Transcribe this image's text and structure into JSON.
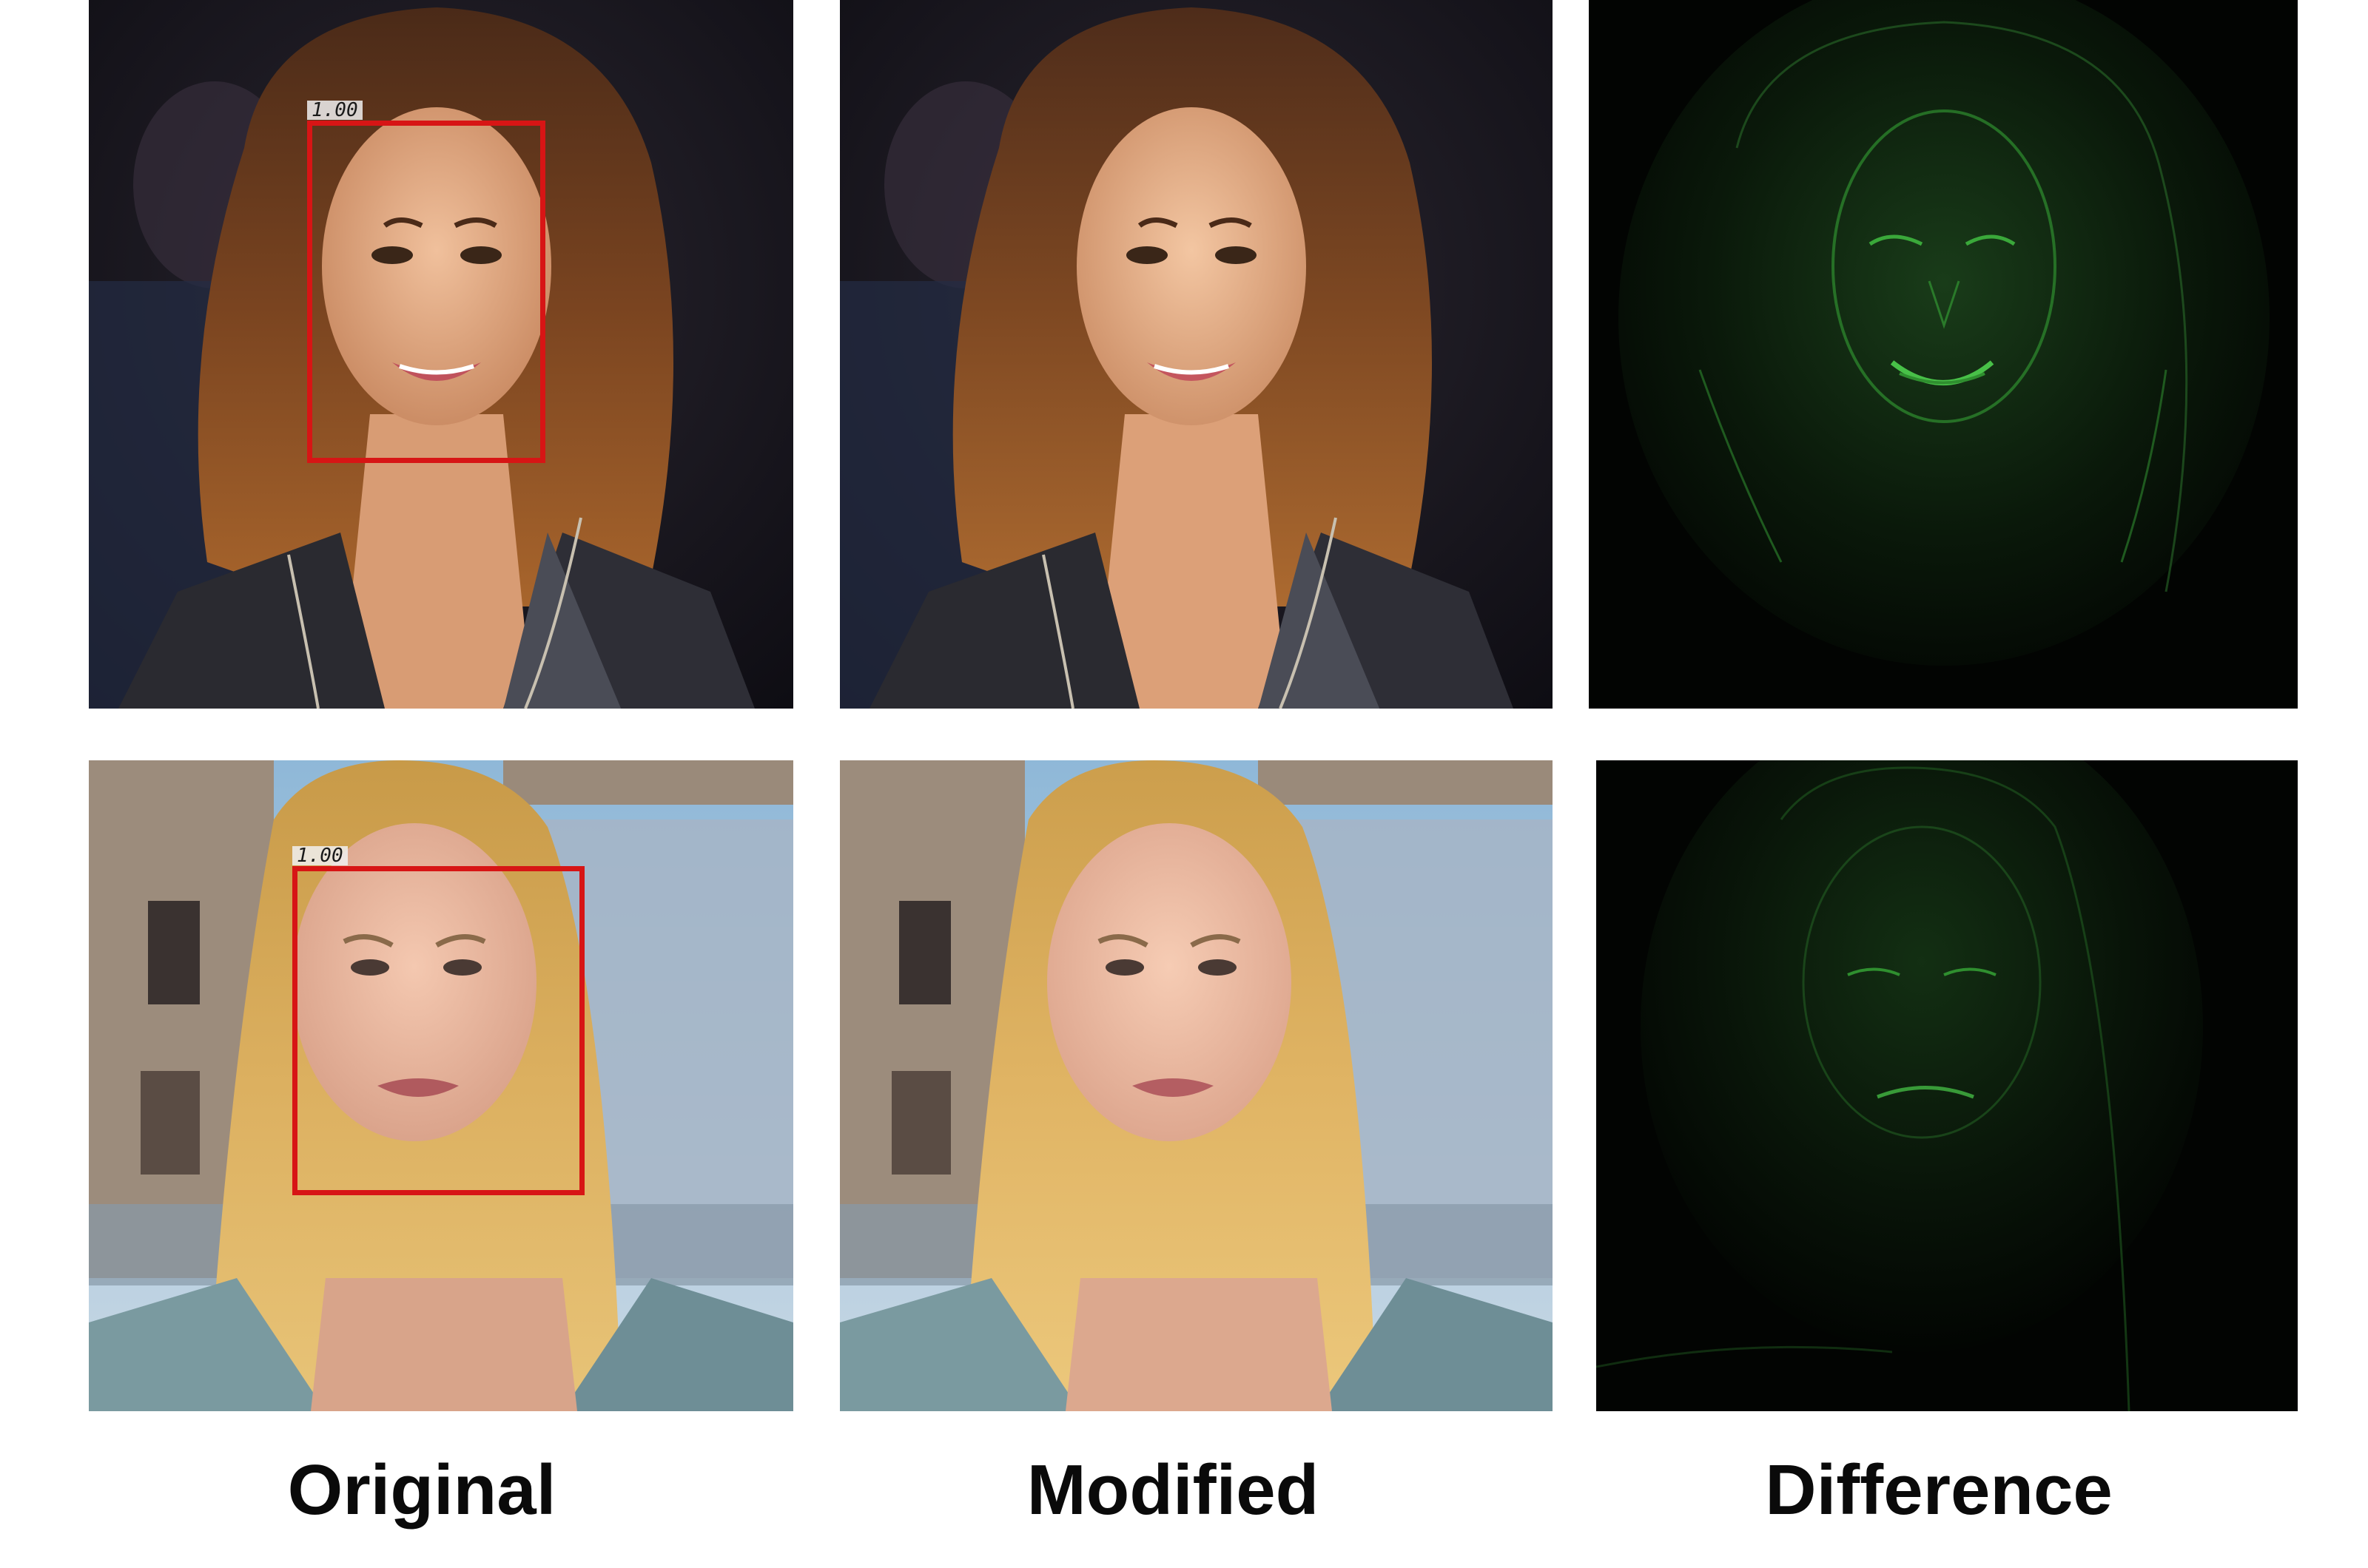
{
  "captions": {
    "original": "Original",
    "modified": "Modified",
    "difference": "Difference"
  },
  "detections": [
    {
      "row": 1,
      "label": "1.00",
      "color": "#d71515"
    },
    {
      "row": 2,
      "label": "1.00",
      "color": "#d71515"
    }
  ],
  "colors": {
    "background": "#ffffff",
    "detection_box": "#d71515",
    "difference_map": "#2f8f2f"
  }
}
